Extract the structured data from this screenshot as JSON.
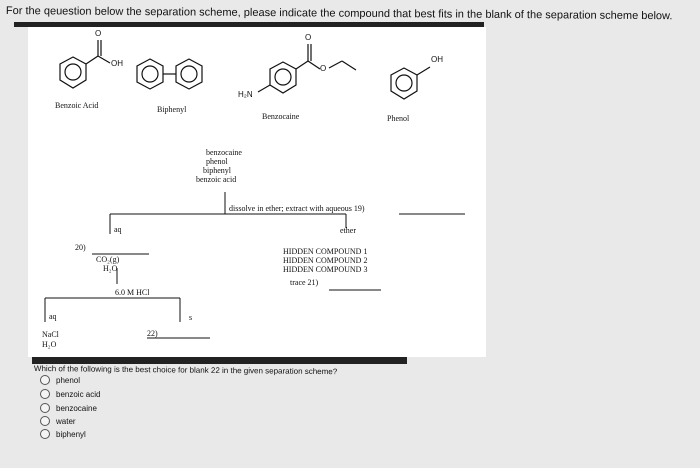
{
  "header": {
    "question": "For the qeuestion below the separation scheme, please indicate the compound that best fits in the blank of the separation scheme below."
  },
  "atoms": {
    "o": "O",
    "oh": "OH",
    "h2n": "H₂N"
  },
  "compounds": [
    "Benzoic Acid",
    "Biphenyl",
    "Benzocaine",
    "Phenol"
  ],
  "scheme": {
    "mixture": [
      "benzocaine",
      "phenol",
      "biphenyl",
      "benzoic acid"
    ],
    "step1": "dissolve in ether; extract with aqueous 19)",
    "aq": "aq",
    "ether": "ether",
    "blank20": "20)",
    "co2": "CO₂(g)",
    "h2o": "H₂O",
    "hidden": [
      "HIDDEN COMPOUND 1",
      "HIDDEN COMPOUND 2",
      "HIDDEN COMPOUND 3"
    ],
    "trace21": "trace 21)",
    "hcl": "6.0 M HCl",
    "s": "s",
    "nacl": "NaCl",
    "blank22": "22)"
  },
  "mcq": {
    "question": "Which of the following is the best choice for blank 22 in the given separation scheme?",
    "options": [
      "phenol",
      "benzoic acid",
      "benzocaine",
      "water",
      "biphenyl"
    ]
  }
}
